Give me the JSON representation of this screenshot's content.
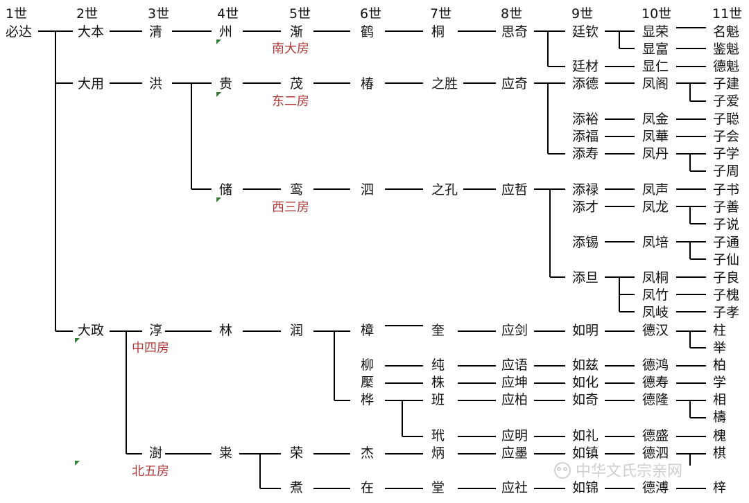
{
  "generations": [
    "1世",
    "2世",
    "3世",
    "4世",
    "5世",
    "6世",
    "7世",
    "8世",
    "9世",
    "10世",
    "11世"
  ],
  "root": "必达",
  "nodes": {
    "dalian": "大本",
    "dayong": "大用",
    "dazheng": "大政",
    "qing": "清",
    "hong": "洪",
    "chun": "淳",
    "xie": "澍",
    "zhou": "州",
    "gui": "贵",
    "chu": "储",
    "lin": "林",
    "li": "粜",
    "jian": "渐",
    "mao": "茂",
    "luan": "鸾",
    "run": "润",
    "rong": "荣",
    "zhu5": "煮",
    "he": "鹤",
    "chun6": "椿",
    "si6": "泗",
    "zhang": "樟",
    "liu": "柳",
    "mi": "檿",
    "hua6": "桦",
    "jie": "杰",
    "zai": "在",
    "tong7": "桐",
    "zhisheng": "之胜",
    "zhikong": "之孔",
    "kui": "奎",
    "chun7": "纯",
    "zhu7": "株",
    "ban": "班",
    "yu7": "玳",
    "bing": "炳",
    "tang": "堂",
    "siqi": "思奇",
    "yingqi": "应奇",
    "yingzhe": "应哲",
    "yingjian": "应剑",
    "yingyu": "应语",
    "yingkun": "应坤",
    "yingbai": "应柏",
    "yingming": "应明",
    "yingmo": "应墨",
    "yingshe": "应社",
    "tingqin": "廷钦",
    "tingcai": "廷材",
    "tiande": "添德",
    "tianyu": "添裕",
    "tianfu": "添福",
    "tianshou": "添寿",
    "tianlu": "添禄",
    "tiancai": "添才",
    "tianxi": "添锡",
    "tiandan": "添旦",
    "ruming": "如明",
    "ruzi": "如兹",
    "ruhua": "如化",
    "ruqi": "如奇",
    "ruli": "如礼",
    "ruzhen": "如镇",
    "rujin": "如锦",
    "xianrong": "显荣",
    "xianfu": "显富",
    "xianren": "显仁",
    "fengge": "凤阁",
    "fengjin": "凤金",
    "fenghua": "凤華",
    "fengdan": "凤丹",
    "fengsheng": "凤声",
    "fenglong": "凤龙",
    "fengpei": "凤培",
    "fengtong": "凤桐",
    "fengzhu": "凤竹",
    "fengqi": "凤岐",
    "dehan": "德汉",
    "dehong": "德鸿",
    "deshou": "德寿",
    "delong": "德隆",
    "desheng": "德盛",
    "desi": "德泗",
    "depu": "德溥",
    "mingkui": "名魁",
    "jiankui": "鉴魁",
    "dekui": "德魁",
    "zijian": "子建",
    "ziai": "子爱",
    "zicong": "子聪",
    "zihui": "子会",
    "zixue": "子学",
    "zizhou": "子周",
    "zishu": "子书",
    "zishan": "子善",
    "zishuo": "子说",
    "zitong": "子通",
    "zixian": "子仙",
    "ziliang": "子良",
    "zihuai": "子槐",
    "zixiao": "子孝",
    "zhu11": "柱",
    "ju": "举",
    "bo": "柏",
    "xue": "学",
    "xiang": "相",
    "chou": "檮",
    "huai": "槐",
    "qi11": "棋",
    "zi11": "梓"
  },
  "branches": {
    "nan": "南大房",
    "dong": "东二房",
    "xi": "西三房",
    "zhong": "中四房",
    "bei": "北五房"
  },
  "watermark": "中华文氏宗亲网",
  "colors": {
    "line": "#000000",
    "branch_text": "#b03a3a",
    "marker": "#2e7d32",
    "watermark": "#cfcfcf"
  }
}
